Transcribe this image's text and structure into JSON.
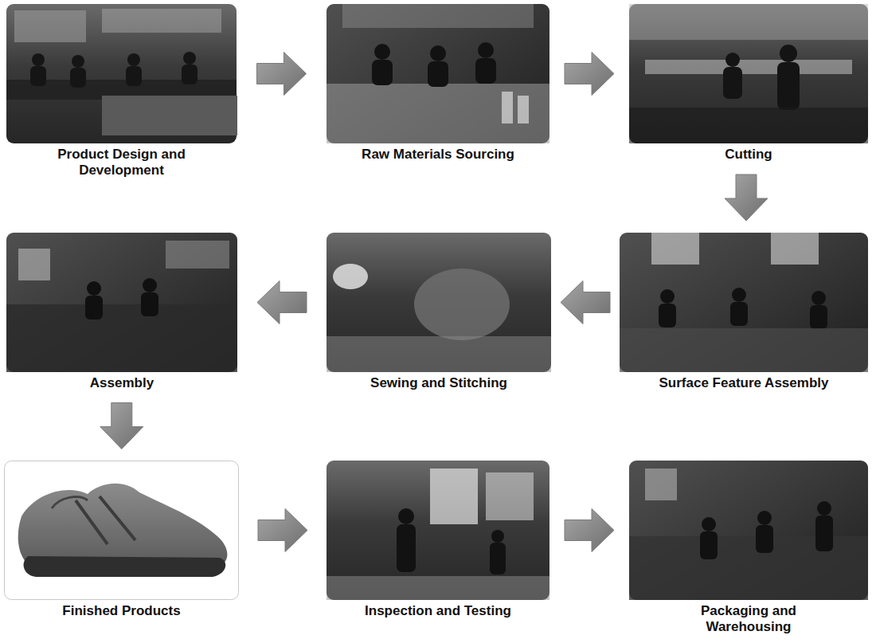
{
  "diagram": {
    "nodes": [
      {
        "text": [
          "Product Design and Development"
        ]
      },
      {
        "text": [
          "Raw Materials Sourcing"
        ]
      },
      {
        "text": [
          "Cutting"
        ]
      },
      {
        "text": [
          "Surface Feature Assembly"
        ]
      },
      {
        "text": [
          "Sewing and Stitching"
        ]
      },
      {
        "text": [
          "Assembly"
        ]
      },
      {
        "text": [
          "Finished Products"
        ]
      },
      {
        "text": [
          "Inspection and Testing"
        ]
      },
      {
        "text": [
          "Packaging and Warehousing"
        ]
      }
    ],
    "edges": [
      {
        "from": 0,
        "to": 1,
        "arrow": "to"
      },
      {
        "from": 1,
        "to": 2,
        "arrow": "to"
      },
      {
        "from": 2,
        "to": 3,
        "arrow": "to"
      },
      {
        "from": 3,
        "to": 4,
        "arrow": "to"
      },
      {
        "from": 4,
        "to": 5,
        "arrow": "to"
      },
      {
        "from": 5,
        "to": 6,
        "arrow": "to"
      },
      {
        "from": 6,
        "to": 7,
        "arrow": "to"
      },
      {
        "from": 7,
        "to": 8,
        "arrow": "to"
      }
    ]
  }
}
